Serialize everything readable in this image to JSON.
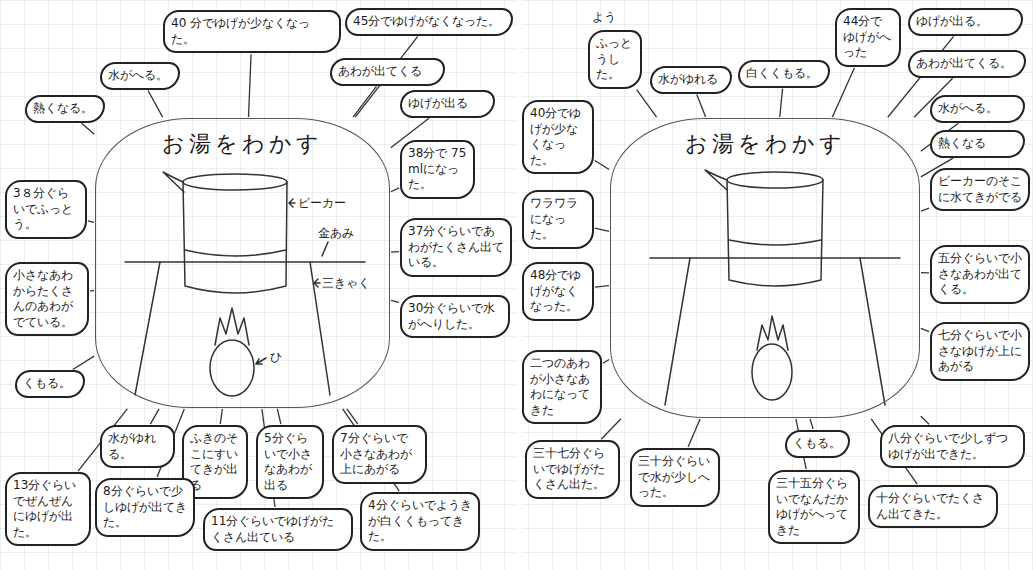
{
  "diagram": {
    "nodes": [
      {
        "text": [
          "お湯をわかす"
        ]
      },
      {
        "text": [
          "40 分でゆげが少なくなった。"
        ]
      },
      {
        "text": [
          "45分でゆげがなくなった。"
        ]
      },
      {
        "text": [
          "水がへる。"
        ]
      },
      {
        "text": [
          "あわが出てくる"
        ]
      },
      {
        "text": [
          "熱くなる。"
        ]
      },
      {
        "text": [
          "ゆげが出る"
        ]
      },
      {
        "text": [
          "38分で 75mlになった。"
        ]
      },
      {
        "text": [
          "3８分ぐらいでふっとう。"
        ]
      },
      {
        "text": [
          "37分ぐらいであわがたくさん出ている。"
        ]
      },
      {
        "text": [
          "小さなあわからたくさんのあわがでている。"
        ]
      },
      {
        "text": [
          "30分ぐらいで水がへりした。"
        ]
      },
      {
        "text": [
          "くもる。"
        ]
      },
      {
        "text": [
          "水がゆれる。"
        ]
      },
      {
        "text": [
          "ふきのそこにすいてきが出る"
        ]
      },
      {
        "text": [
          "5分ぐらいで小さなあわが出る"
        ]
      },
      {
        "text": [
          "7分ぐらいで小さなあわが上にあがる"
        ]
      },
      {
        "text": [
          "8分ぐらいで少しゆげが出てきた。"
        ]
      },
      {
        "text": [
          "11分ぐらいでゆげがたくさん出ている"
        ]
      },
      {
        "text": [
          "4分ぐらいでようきが白くくもってきた。"
        ]
      },
      {
        "text": [
          "13分ぐらいでぜんぜんにゆげが出た。"
        ]
      },
      {
        "text": [
          "お湯をわかす"
        ]
      },
      {
        "text": [
          "ふっとうした。"
        ]
      },
      {
        "text": [
          "40分でゆげが少なくなった。"
        ]
      },
      {
        "text": [
          "水がゆれる"
        ]
      },
      {
        "text": [
          "白くくもる。"
        ]
      },
      {
        "text": [
          "44分でゆげがへった"
        ]
      },
      {
        "text": [
          "ゆげが出る。"
        ]
      },
      {
        "text": [
          "あわが出てくる。"
        ]
      },
      {
        "text": [
          "水がへる。"
        ]
      },
      {
        "text": [
          "熱くなる"
        ]
      },
      {
        "text": [
          "ビーカーのそこに水てきがでる"
        ]
      },
      {
        "text": [
          "五分ぐらいで小さなあわが出てくる。"
        ]
      },
      {
        "text": [
          "七分ぐらいで小さなゆげが上にあがる"
        ]
      },
      {
        "text": [
          "ワラワラになった。"
        ]
      },
      {
        "text": [
          "48分でゆげがなくなった。"
        ]
      },
      {
        "text": [
          "二つのあわが小さなあわになってきた"
        ]
      },
      {
        "text": [
          "八分ぐらいで少しずつゆげが出できた。"
        ]
      },
      {
        "text": [
          "十分ぐらいでたくさん出てきた。"
        ]
      },
      {
        "text": [
          "三十五分ぐらいでなんだかゆげがへってきた"
        ]
      },
      {
        "text": [
          "くもる。"
        ]
      },
      {
        "text": [
          "三十七分ぐらいでゆげがたくさん出た。"
        ]
      },
      {
        "text": [
          "三十分ぐらいで水が少しへった。"
        ]
      }
    ],
    "edges": [
      {
        "from": 0,
        "to": 1,
        "arrow": "none"
      },
      {
        "from": 0,
        "to": 2,
        "arrow": "none"
      },
      {
        "from": 0,
        "to": 3,
        "arrow": "none"
      },
      {
        "from": 0,
        "to": 4,
        "arrow": "none"
      },
      {
        "from": 0,
        "to": 5,
        "arrow": "none"
      },
      {
        "from": 0,
        "to": 6,
        "arrow": "none"
      },
      {
        "from": 0,
        "to": 7,
        "arrow": "none"
      },
      {
        "from": 0,
        "to": 8,
        "arrow": "none"
      },
      {
        "from": 0,
        "to": 9,
        "arrow": "none"
      },
      {
        "from": 0,
        "to": 10,
        "arrow": "none"
      },
      {
        "from": 0,
        "to": 11,
        "arrow": "none"
      },
      {
        "from": 0,
        "to": 12,
        "arrow": "none"
      },
      {
        "from": 0,
        "to": 13,
        "arrow": "none"
      },
      {
        "from": 0,
        "to": 14,
        "arrow": "none"
      },
      {
        "from": 0,
        "to": 15,
        "arrow": "none"
      },
      {
        "from": 0,
        "to": 16,
        "arrow": "none"
      },
      {
        "from": 0,
        "to": 17,
        "arrow": "none"
      },
      {
        "from": 0,
        "to": 18,
        "arrow": "none"
      },
      {
        "from": 0,
        "to": 19,
        "arrow": "none"
      },
      {
        "from": 0,
        "to": 20,
        "arrow": "none"
      },
      {
        "from": 21,
        "to": 22,
        "arrow": "none"
      },
      {
        "from": 21,
        "to": 23,
        "arrow": "none"
      },
      {
        "from": 21,
        "to": 24,
        "arrow": "none"
      },
      {
        "from": 21,
        "to": 25,
        "arrow": "none"
      },
      {
        "from": 21,
        "to": 26,
        "arrow": "none"
      },
      {
        "from": 21,
        "to": 27,
        "arrow": "none"
      },
      {
        "from": 21,
        "to": 28,
        "arrow": "none"
      },
      {
        "from": 21,
        "to": 29,
        "arrow": "none"
      },
      {
        "from": 21,
        "to": 30,
        "arrow": "none"
      },
      {
        "from": 21,
        "to": 31,
        "arrow": "none"
      },
      {
        "from": 21,
        "to": 32,
        "arrow": "none"
      },
      {
        "from": 21,
        "to": 33,
        "arrow": "none"
      },
      {
        "from": 21,
        "to": 34,
        "arrow": "none"
      },
      {
        "from": 21,
        "to": 35,
        "arrow": "none"
      },
      {
        "from": 21,
        "to": 36,
        "arrow": "none"
      },
      {
        "from": 21,
        "to": 37,
        "arrow": "none"
      },
      {
        "from": 21,
        "to": 38,
        "arrow": "none"
      },
      {
        "from": 21,
        "to": 39,
        "arrow": "none"
      },
      {
        "from": 21,
        "to": 40,
        "arrow": "none"
      },
      {
        "from": 21,
        "to": 41,
        "arrow": "none"
      },
      {
        "from": 21,
        "to": 42,
        "arrow": "none"
      }
    ],
    "labels": [
      "ビーカー",
      "金あみ",
      "三きゃく",
      "ひ",
      "よう"
    ]
  }
}
